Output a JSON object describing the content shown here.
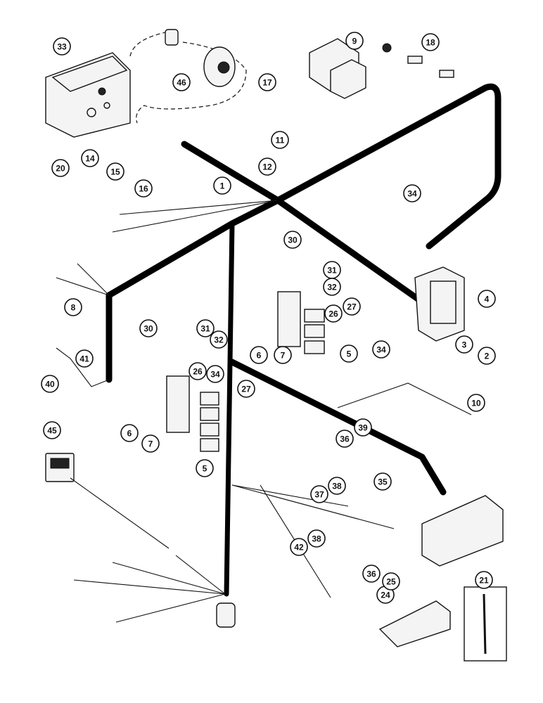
{
  "diagram": {
    "callouts": [
      "1",
      "2",
      "3",
      "4",
      "5",
      "5",
      "6",
      "6",
      "7",
      "7",
      "8",
      "9",
      "10",
      "11",
      "12",
      "14",
      "15",
      "16",
      "17",
      "18",
      "20",
      "21",
      "24",
      "25",
      "26",
      "26",
      "27",
      "27",
      "30",
      "30",
      "31",
      "31",
      "32",
      "32",
      "33",
      "34",
      "34",
      "34",
      "35",
      "36",
      "36",
      "37",
      "38",
      "38",
      "39",
      "40",
      "41",
      "42",
      "45",
      "46"
    ]
  }
}
